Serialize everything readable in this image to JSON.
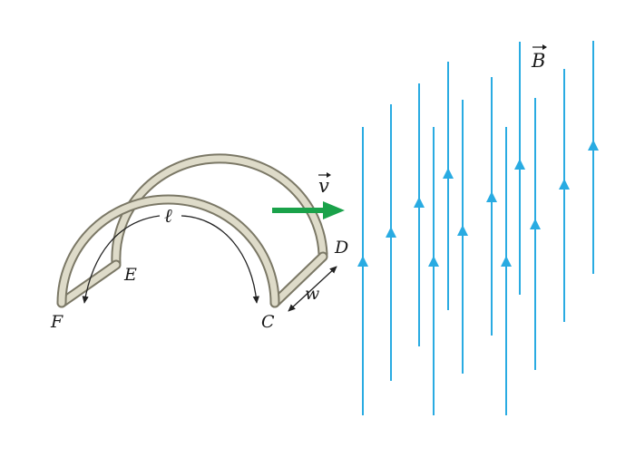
{
  "labels": {
    "field": "B",
    "velocity": "v",
    "length": "ℓ",
    "width": "w",
    "corner_c": "C",
    "corner_d": "D",
    "corner_e": "E",
    "corner_f": "F"
  },
  "colors": {
    "field_lines": "#29abe2",
    "velocity_arrow": "#1aa24a",
    "loop_fill": "#dedbc9",
    "loop_edge": "#7b7866",
    "text": "#1a1a1a"
  },
  "icons": {
    "field_arrowhead": "triangle-up",
    "velocity_arrow": "arrow-right"
  }
}
